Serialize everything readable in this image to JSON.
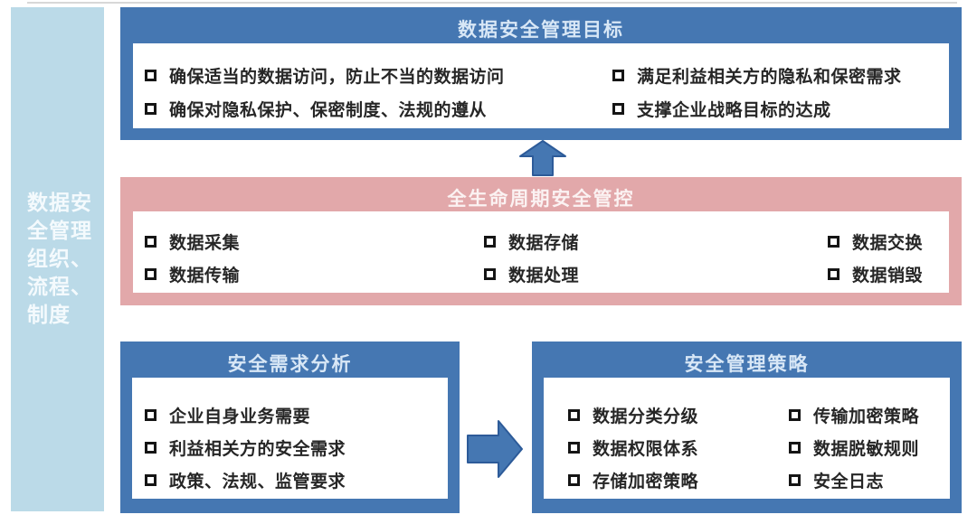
{
  "colors": {
    "blue": "#4577B2",
    "blue_border": "#2D5B99",
    "pink": "#E2A8AA",
    "sidebar_bg": "#BBDAE8",
    "blue_header_text": "#D8E7F6",
    "pink_header_text": "#FBF2F2",
    "item_text": "#262626"
  },
  "sidebar": {
    "label": "数据安全管理组织、流程、制度",
    "lines": [
      "数据安",
      "全管理",
      "组织、",
      "流程、",
      "制度"
    ]
  },
  "goal_box": {
    "title": "数据安全管理目标",
    "left_items": [
      "确保适当的数据访问，防止不当的数据访问",
      "确保对隐私保护、保密制度、法规的遵从"
    ],
    "right_items": [
      "满足利益相关方的隐私和保密需求",
      "支撑企业战略目标的达成"
    ]
  },
  "lifecycle_box": {
    "title": "全生命周期安全管控",
    "col1": [
      "数据采集",
      "数据传输"
    ],
    "col2": [
      "数据存储",
      "数据处理"
    ],
    "col3": [
      "数据交换",
      "数据销毁"
    ]
  },
  "needs_box": {
    "title": "安全需求分析",
    "items": [
      "企业自身业务需要",
      "利益相关方的安全需求",
      "政策、法规、监管要求"
    ]
  },
  "strategy_box": {
    "title": "安全管理策略",
    "col1": [
      "数据分类分级",
      "数据权限体系",
      "存储加密策略"
    ],
    "col2": [
      "传输加密策略",
      "数据脱敏规则",
      "安全日志"
    ]
  },
  "icons": {
    "bullet": "checkbox-square",
    "arrow_up": "up-arrow",
    "arrow_right": "right-arrow"
  }
}
